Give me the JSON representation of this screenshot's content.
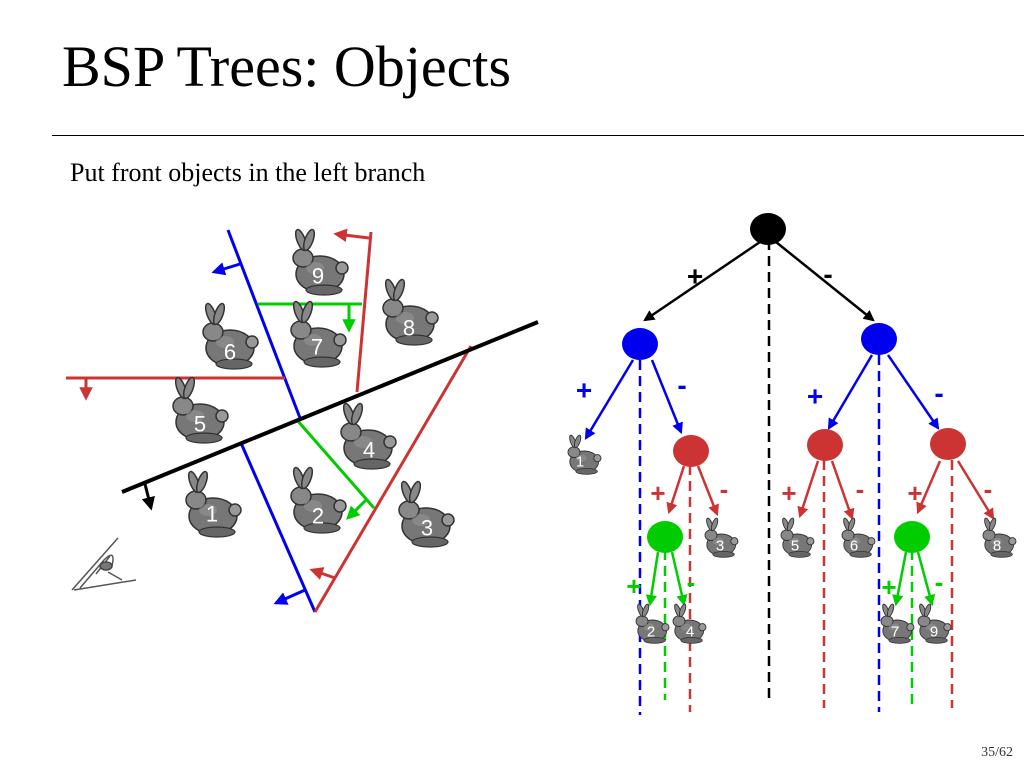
{
  "slide": {
    "title": "BSP Trees: Objects",
    "subtitle": "Put front objects in the left branch",
    "page_number": "35/62"
  },
  "colors": {
    "blue": "#0000ee",
    "red": "#cc3333",
    "green": "#00cc00",
    "black": "#000000",
    "bunny": "#777777",
    "bunny_outline": "#333333"
  },
  "scene": {
    "bunnies": [
      "1",
      "2",
      "3",
      "4",
      "5",
      "6",
      "7",
      "8",
      "9"
    ],
    "icons": [
      "bunny-icon",
      "eye-icon",
      "arrow-icon"
    ]
  },
  "tree": {
    "signs": {
      "plus": "+",
      "minus": "-"
    },
    "nodes": [
      "root",
      "blue-left",
      "blue-right",
      "red-a",
      "red-b",
      "red-c",
      "green-a",
      "green-b"
    ],
    "leaves": [
      "1",
      "2",
      "3",
      "4",
      "5",
      "6",
      "7",
      "8",
      "9"
    ]
  }
}
